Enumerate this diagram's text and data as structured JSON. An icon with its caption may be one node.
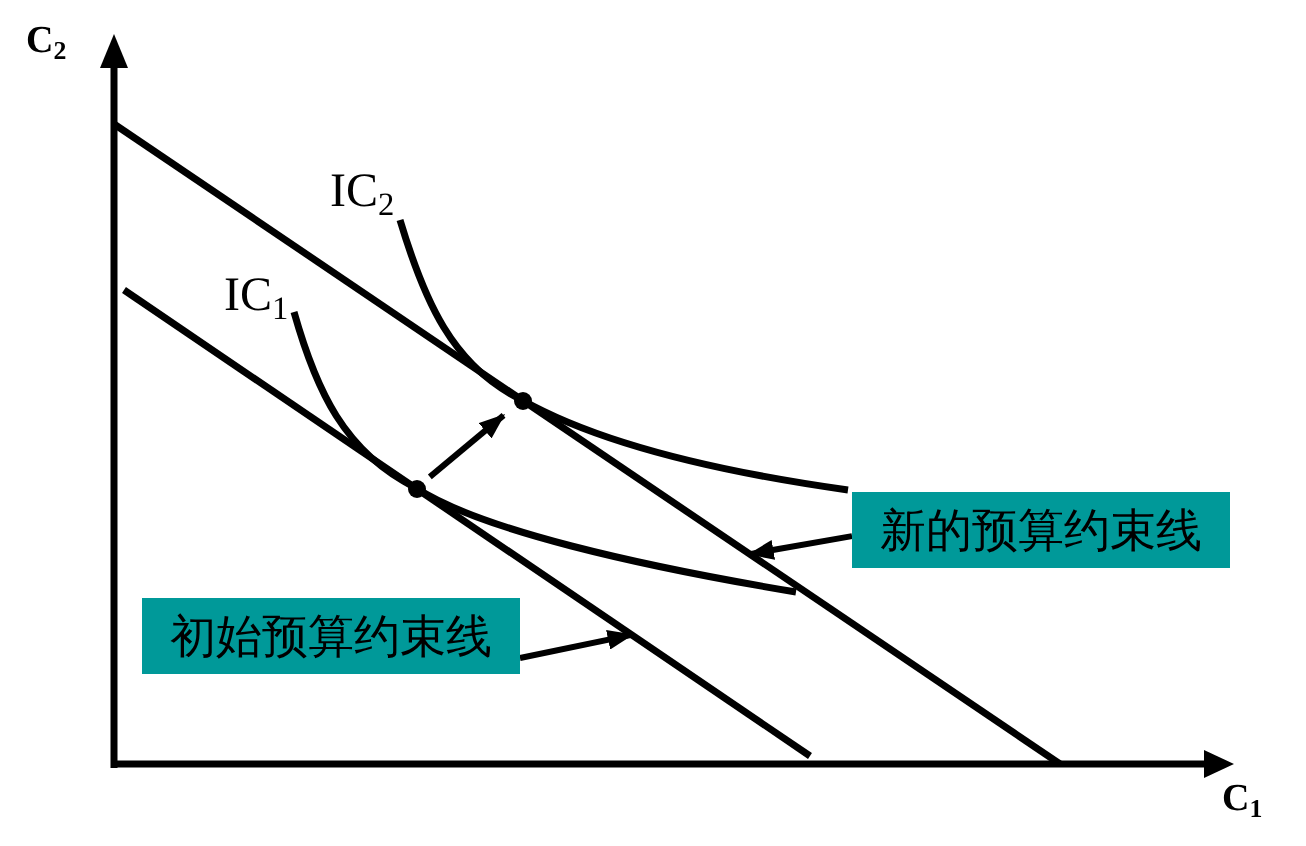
{
  "diagram": {
    "nodes": [
      {
        "text": [
          "新的预算约束线"
        ]
      },
      {
        "text": [
          "初始预算约束线"
        ]
      },
      {
        "text": [],
        "shape": "circle"
      },
      {
        "text": [],
        "shape": "circle"
      }
    ],
    "edges": [
      {
        "from": 0,
        "to": null,
        "arrow": "to"
      },
      {
        "from": 1,
        "to": null,
        "arrow": "to"
      },
      {
        "from": 2,
        "to": 3,
        "arrow": "to"
      }
    ],
    "labels": [
      "C$_{2}$",
      "IC$_{2}$",
      "IC$_{1}$",
      "C$_{1}$"
    ]
  }
}
